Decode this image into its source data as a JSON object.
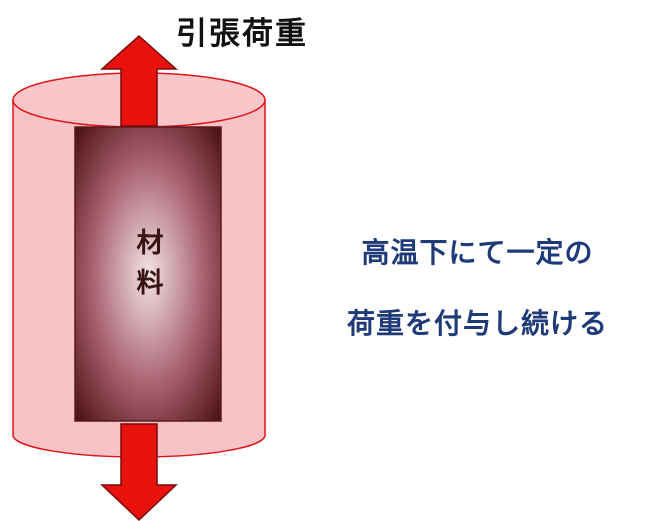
{
  "top_label": "引張荷重",
  "material_label": [
    "材",
    "料"
  ],
  "caption": {
    "line1": "高温下にて一定の",
    "line2": "荷重を付与し続ける"
  },
  "colors": {
    "arrow": "#e8120c",
    "cylinder_fill": "#f7b8bc",
    "cylinder_edge": "#e0151b",
    "material_center": "#f2e4e6",
    "material_edge": "#4a1010",
    "caption": "#1f3a78"
  },
  "icons": {
    "top_arrow": "arrow-up-icon",
    "bottom_arrow": "arrow-down-icon"
  }
}
